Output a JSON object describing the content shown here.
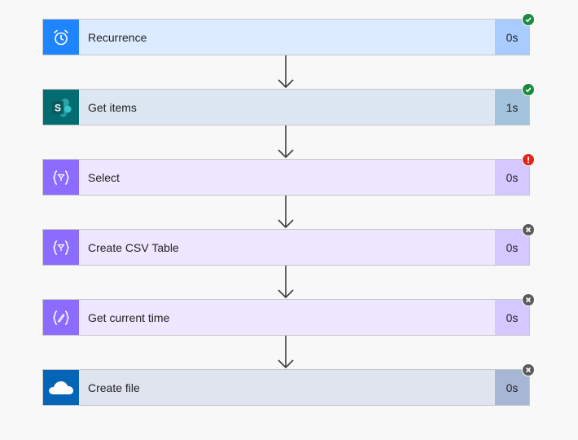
{
  "flow": {
    "steps": [
      {
        "title": "Recurrence",
        "duration": "0s",
        "status": "success",
        "icon": "alarm-clock-icon"
      },
      {
        "title": "Get items",
        "duration": "1s",
        "status": "success",
        "icon": "sharepoint-icon"
      },
      {
        "title": "Select",
        "duration": "0s",
        "status": "failed",
        "icon": "data-operation-icon"
      },
      {
        "title": "Create CSV Table",
        "duration": "0s",
        "status": "skipped",
        "icon": "data-operation-icon"
      },
      {
        "title": "Get current time",
        "duration": "0s",
        "status": "skipped",
        "icon": "date-time-icon"
      },
      {
        "title": "Create file",
        "duration": "0s",
        "status": "skipped",
        "icon": "onedrive-icon"
      }
    ]
  },
  "colors": {
    "recurrence_accent": "#1f85ff",
    "sharepoint_accent": "#036c70",
    "data_operation_accent": "#8c6cff",
    "onedrive_accent": "#0364b8",
    "success": "#1a8a3f",
    "failed": "#e0281a",
    "skipped": "#5a5a5a"
  }
}
